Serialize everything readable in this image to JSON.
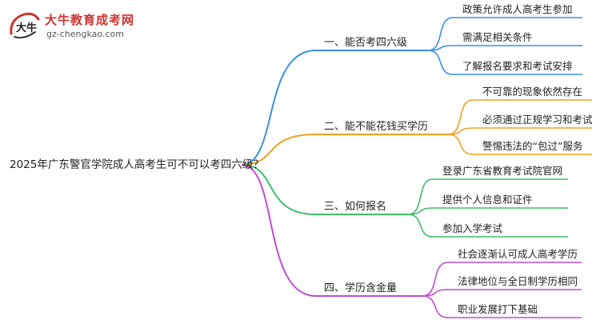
{
  "logo": {
    "title": "大牛教育成考网",
    "url": "gz-chengkao.com",
    "mark_text": "大牛"
  },
  "root": {
    "label": "2025年广东警官学院成人高考生可不可以考四六级？"
  },
  "branches": [
    {
      "label": "一、能否考四六级",
      "color": "#3b8ee8",
      "children": [
        "政策允许成人高考生参加",
        "需满足相关条件",
        "了解报名要求和考试安排"
      ]
    },
    {
      "label": "二、能不能花钱买学历",
      "color": "#f0a020",
      "children": [
        "不可靠的现象依然存在",
        "必须通过正规学习和考试",
        "警惕违法的“包过”服务"
      ]
    },
    {
      "label": "三、如何报名",
      "color": "#3cc06a",
      "children": [
        "登录广东省教育考试院官网",
        "提供个人信息和证件",
        "参加入学考试"
      ]
    },
    {
      "label": "四、学历含金量",
      "color": "#c24bd6",
      "children": [
        "社会逐渐认可成人高考学历",
        "法律地位与全日制学历相同",
        "职业发展打下基础"
      ]
    }
  ]
}
